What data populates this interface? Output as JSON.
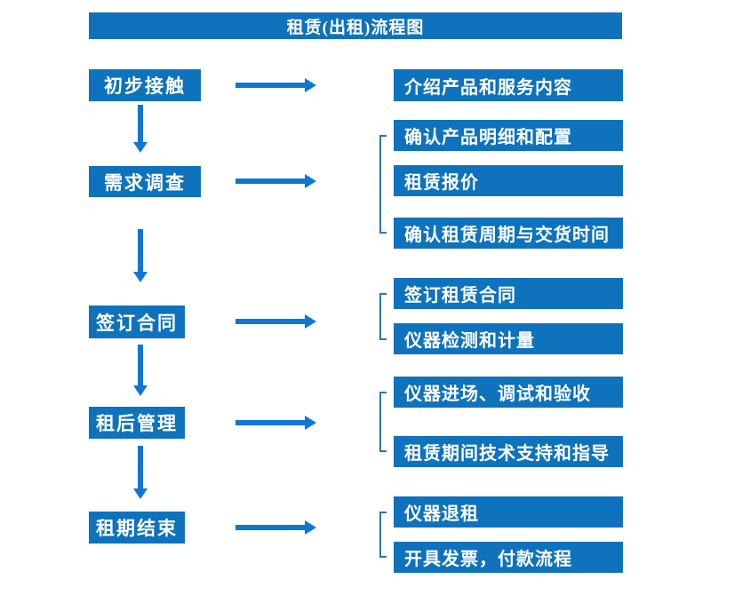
{
  "title": "租赁(出租)流程图",
  "colors": {
    "box_blue": "#0e72bd",
    "arrow_blue": "#1176d2",
    "bracket_blue": "#2e74b5",
    "text_white": "#ffffff",
    "background": "#ffffff"
  },
  "steps": [
    {
      "label": "初步接触",
      "details": [
        "介绍产品和服务内容"
      ]
    },
    {
      "label": "需求调查",
      "details": [
        "确认产品明细和配置",
        "租赁报价",
        "确认租赁周期与交货时间"
      ]
    },
    {
      "label": "签订合同",
      "details": [
        "签订租赁合同",
        "仪器检测和计量"
      ]
    },
    {
      "label": "租后管理",
      "details": [
        "仪器进场、调试和验收",
        "租赁期间技术支持和指导"
      ]
    },
    {
      "label": "租期结束",
      "details": [
        "仪器退租",
        "开具发票，付款流程"
      ]
    }
  ]
}
